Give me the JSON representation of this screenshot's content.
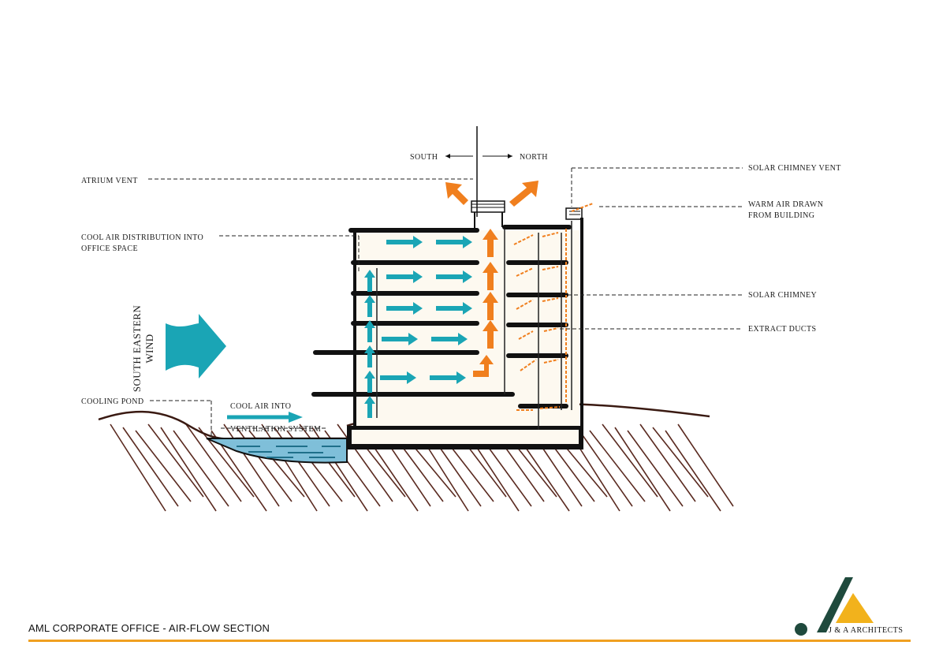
{
  "labels": {
    "south": "SOUTH",
    "north": "NORTH",
    "atrium_vent": "ATRIUM VENT",
    "cool_air_distribution_line1": "COOL AIR DISTRIBUTION INTO",
    "cool_air_distribution_line2": "OFFICE SPACE",
    "south_eastern_wind_line1": "SOUTH EASTERN",
    "south_eastern_wind_line2": "WIND",
    "cooling_pond": "COOLING POND",
    "cool_air_into_line1": "COOL AIR INTO",
    "cool_air_into_line2": "VENTILATION SYSTEM",
    "solar_chimney_vent": "SOLAR CHIMNEY VENT",
    "warm_air_line1": "WARM AIR DRAWN",
    "warm_air_line2": "FROM BUILDING",
    "solar_chimney": "SOLAR CHIMNEY",
    "extract_ducts": "EXTRACT DUCTS"
  },
  "footer": {
    "title": "AML CORPORATE OFFICE - AIR-FLOW SECTION",
    "firm": "J & A ARCHITECTS"
  },
  "colors": {
    "cool_air": "#1aa5b5",
    "warm_air": "#f07f1e",
    "pond": "#7fbfd9",
    "accent_rule": "#f0a020",
    "logo_dark": "#1f4a3d",
    "logo_gold": "#f2b21c"
  }
}
